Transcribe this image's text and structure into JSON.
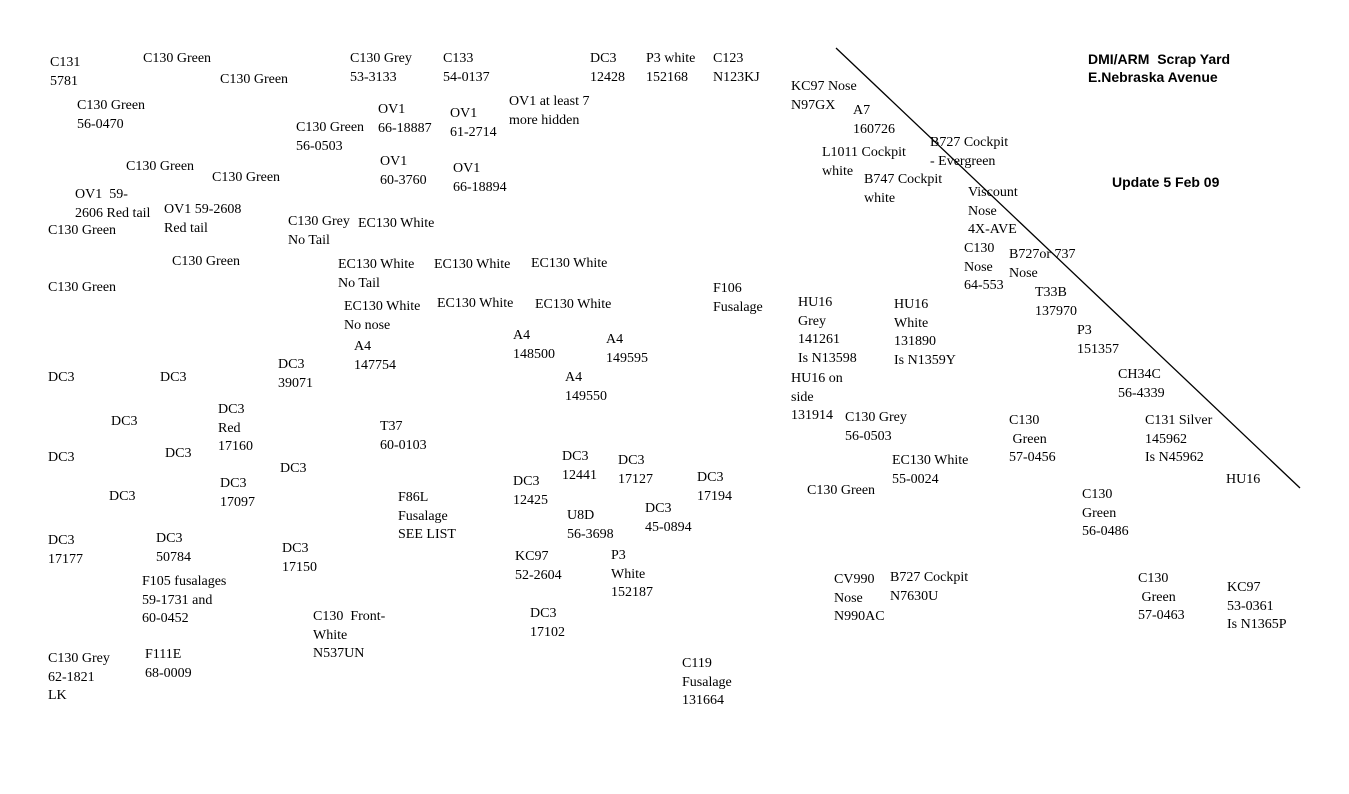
{
  "header": {
    "title_line1": "DMI/ARM  Scrap Yard",
    "title_line2": "E.Nebraska Avenue",
    "update": "Update 5 Feb 09"
  },
  "labels": [
    "C131\n5781",
    "C130 Green",
    "C130 Green",
    "C130 Grey\n53-3133",
    "C133\n54-0137",
    "DC3\n12428",
    "P3 white\n152168",
    "C123\nN123KJ",
    "C130 Green\n56-0470",
    "OV1\n66-18887",
    "OV1\n61-2714",
    "OV1 at least 7\nmore hidden",
    "C130 Green\n56-0503",
    "C130 Green",
    "C130 Green",
    "OV1\n60-3760",
    "OV1\n66-18894",
    "OV1  59-\n2606 Red tail",
    "OV1 59-2608\nRed tail",
    "C130 Green",
    "C130 Grey\nNo Tail",
    "EC130 White",
    "C130 Green",
    "EC130 White\nNo Tail",
    "EC130 White",
    "EC130 White",
    "C130 Green",
    "EC130 White\nNo nose",
    "EC130 White",
    "EC130 White",
    "F106\nFusalage",
    "A4\n147754",
    "A4\n148500",
    "A4\n149595",
    "DC3",
    "DC3",
    "DC3\n39071",
    "A4\n149550",
    "DC3",
    "DC3\nRed\n17160",
    "T37\n60-0103",
    "DC3",
    "DC3",
    "DC3",
    "DC3\n12441",
    "DC3\n17127",
    "DC3\n17194",
    "DC3",
    "DC3\n17097",
    "DC3\n12425",
    "F86L\nFusalage\nSEE LIST",
    "U8D\n56-3698",
    "DC3\n45-0894",
    "DC3\n17177",
    "DC3\n50784",
    "DC3\n17150",
    "KC97\n52-2604",
    "P3\nWhite\n152187",
    "F105 fusalages\n59-1731 and\n60-0452",
    "C130  Front-\nWhite\nN537UN",
    "DC3\n17102",
    "C130 Grey\n62-1821\nLK",
    "F111E\n68-0009",
    "C119\nFusalage\n131664",
    "KC97 Nose\nN97GX",
    "A7\n160726",
    "B727 Cockpit\n- Evergreen",
    "L1011 Cockpit\nwhite",
    "B747 Cockpit\nwhite",
    "Viscount\nNose\n4X-AVE",
    "C130\nNose\n64-553",
    "B727or 737\nNose",
    "T33B\n137970",
    "HU16\nGrey\n141261\nIs N13598",
    "HU16\nWhite\n131890\nIs N1359Y",
    "P3\n151357",
    "HU16 on\nside\n131914",
    "CH34C\n56-4339",
    "C130 Grey\n56-0503",
    "C130\n Green\n57-0456",
    "C131 Silver\n145962\nIs N45962",
    "EC130 White\n55-0024",
    "C130 Green",
    "HU16",
    "C130\nGreen\n56-0486",
    "CV990\nNose\nN990AC",
    "B727 Cockpit\nN7630U",
    "C130\n Green\n57-0463",
    "KC97\n53-0361\nIs N1365P"
  ]
}
